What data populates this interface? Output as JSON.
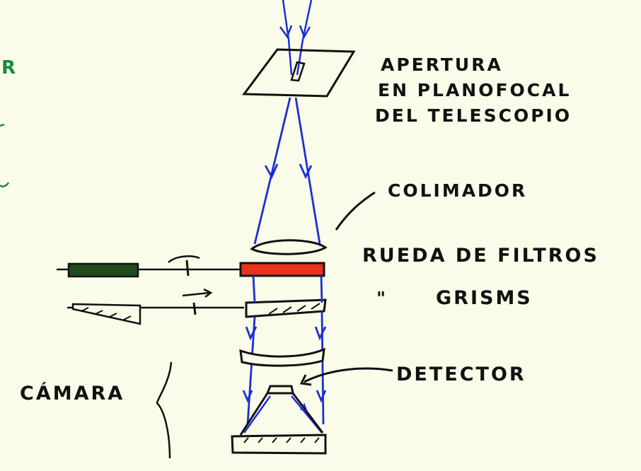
{
  "labels": {
    "aperture_line1": "APERTURA",
    "aperture_line2": "EN PLANOFOCAL",
    "aperture_line3": "DEL TELESCOPIO",
    "collimator": "COLIMADOR",
    "filter_wheel": "RUEDA DE FILTROS",
    "ditto_mark": "\"",
    "grism_wheel": "GRISMS",
    "detector": "DETECTOR",
    "camera": "CÁMARA",
    "margin_fragment": "R"
  },
  "colors": {
    "paper": "#fbfbe9",
    "ink": "#111111",
    "beam": "#1a2fd6",
    "filter": "#e8321e",
    "filter_dark": "#1f4a1c",
    "margin_ink": "#1a8a3a"
  }
}
